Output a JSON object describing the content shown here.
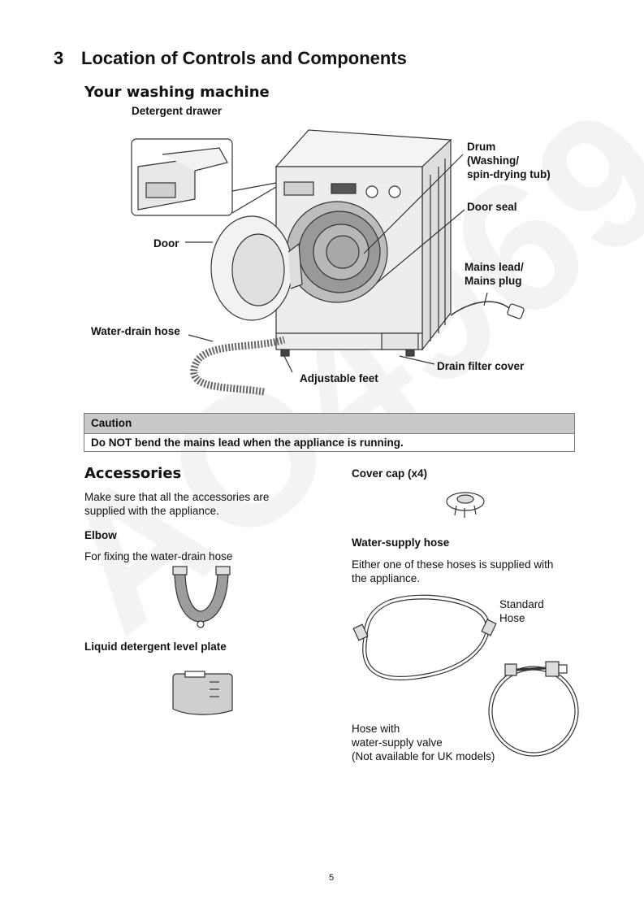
{
  "watermark": "AO4969",
  "section": {
    "number": "3",
    "title": "Location of Controls and Components"
  },
  "machine": {
    "heading": "Your washing machine",
    "labels": {
      "detergent_drawer": "Detergent drawer",
      "drum": "Drum\n(Washing/\nspin-drying tub)",
      "door_seal": "Door seal",
      "door": "Door",
      "mains": "Mains lead/\nMains plug",
      "drain_hose": "Water-drain hose",
      "drain_filter": "Drain filter cover",
      "feet": "Adjustable feet"
    }
  },
  "caution": {
    "heading": "Caution",
    "text": "Do NOT bend the mains lead when the appliance is running."
  },
  "accessories": {
    "heading": "Accessories",
    "intro": "Make sure that all the accessories are\nsupplied with the appliance.",
    "elbow_title": "Elbow",
    "elbow_desc": "For fixing the water-drain hose",
    "plate_title": "Liquid detergent level plate",
    "cover_cap": "Cover cap (x4)",
    "supply_hose_title": "Water-supply hose",
    "supply_hose_desc": "Either one of these hoses is supplied with\nthe appliance.",
    "standard_hose": "Standard\nHose",
    "valve_hose": "Hose with\nwater-supply valve\n(Not available for UK models)"
  },
  "page_number": "5"
}
